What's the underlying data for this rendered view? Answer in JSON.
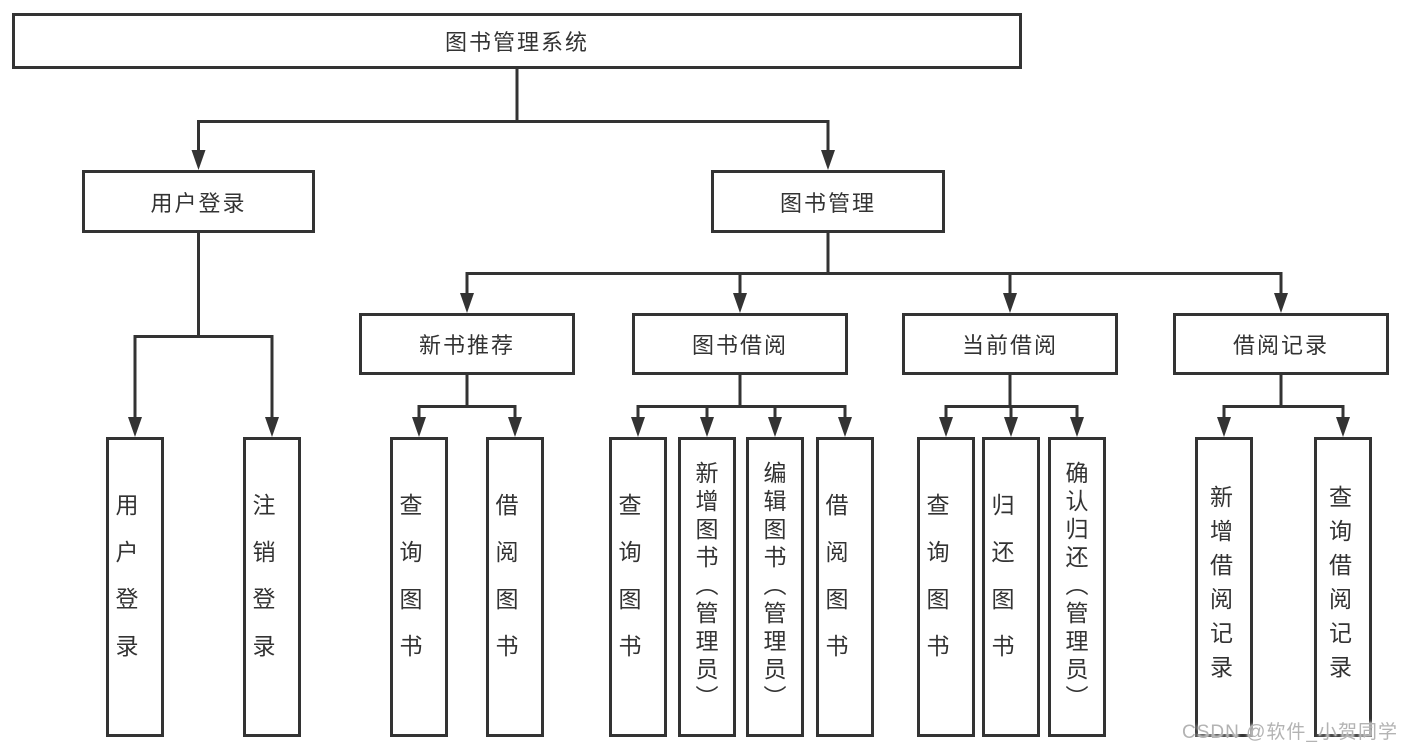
{
  "root": {
    "label": "图书管理系统"
  },
  "branches": [
    {
      "label": "用户登录",
      "children": [
        {
          "label": "用户登录"
        },
        {
          "label": "注销登录"
        }
      ]
    },
    {
      "label": "图书管理",
      "children": [
        {
          "label": "新书推荐",
          "children": [
            {
              "label": "查询图书"
            },
            {
              "label": "借阅图书"
            }
          ]
        },
        {
          "label": "图书借阅",
          "children": [
            {
              "label": "查询图书"
            },
            {
              "label": "新增图书（管理员）"
            },
            {
              "label": "编辑图书（管理员）"
            },
            {
              "label": "借阅图书"
            }
          ]
        },
        {
          "label": "当前借阅",
          "children": [
            {
              "label": "查询图书"
            },
            {
              "label": "归还图书"
            },
            {
              "label": "确认归还（管理员）"
            }
          ]
        },
        {
          "label": "借阅记录",
          "children": [
            {
              "label": "新增借阅记录"
            },
            {
              "label": "查询借阅记录"
            }
          ]
        }
      ]
    }
  ],
  "watermark": {
    "text": "CSDN @软件_小贺同学"
  }
}
